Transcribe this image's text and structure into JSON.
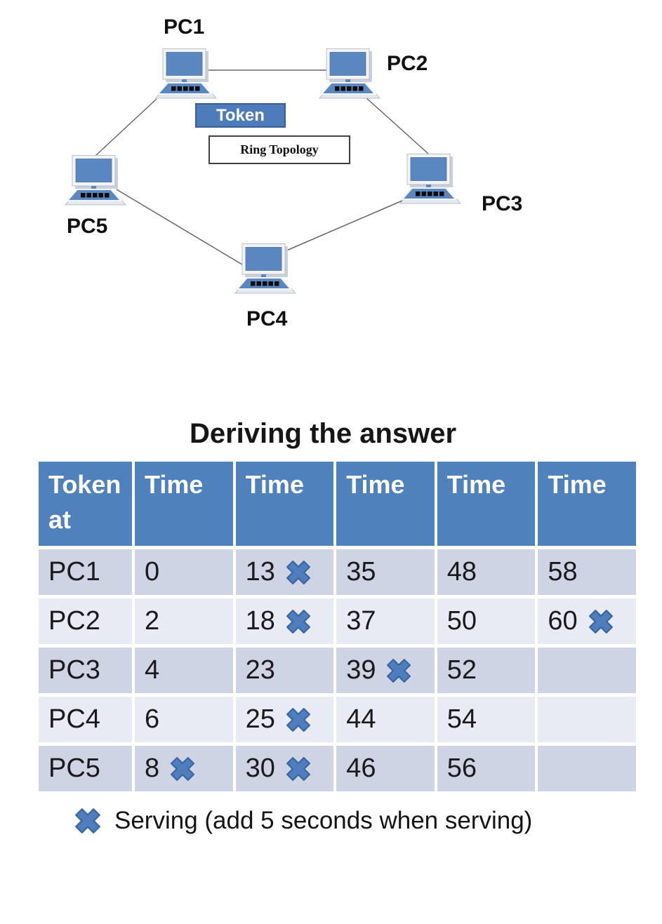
{
  "diagram": {
    "token_label": "Token",
    "caption": "Ring Topology",
    "nodes": [
      {
        "label": "PC1"
      },
      {
        "label": "PC2"
      },
      {
        "label": "PC3"
      },
      {
        "label": "PC4"
      },
      {
        "label": "PC5"
      }
    ],
    "links": [
      "PC1-PC2",
      "PC2-PC3",
      "PC3-PC4",
      "PC4-PC5",
      "PC5-PC1"
    ]
  },
  "table": {
    "title": "Deriving the answer",
    "headers": [
      "Token at",
      "Time",
      "Time",
      "Time",
      "Time",
      "Time"
    ],
    "rows": [
      {
        "label": "PC1",
        "cells": [
          {
            "v": "0",
            "x": false
          },
          {
            "v": "13",
            "x": true
          },
          {
            "v": "35",
            "x": false
          },
          {
            "v": "48",
            "x": false
          },
          {
            "v": "58",
            "x": false
          }
        ]
      },
      {
        "label": "PC2",
        "cells": [
          {
            "v": "2",
            "x": false
          },
          {
            "v": "18",
            "x": true
          },
          {
            "v": "37",
            "x": false
          },
          {
            "v": "50",
            "x": false
          },
          {
            "v": "60",
            "x": true
          }
        ]
      },
      {
        "label": "PC3",
        "cells": [
          {
            "v": "4",
            "x": false
          },
          {
            "v": "23",
            "x": false
          },
          {
            "v": "39",
            "x": true
          },
          {
            "v": "52",
            "x": false
          },
          {
            "v": "",
            "x": false
          }
        ]
      },
      {
        "label": "PC4",
        "cells": [
          {
            "v": "6",
            "x": false
          },
          {
            "v": "25",
            "x": true
          },
          {
            "v": "44",
            "x": false
          },
          {
            "v": "54",
            "x": false
          },
          {
            "v": "",
            "x": false
          }
        ]
      },
      {
        "label": "PC5",
        "cells": [
          {
            "v": "8",
            "x": true
          },
          {
            "v": "30",
            "x": true
          },
          {
            "v": "46",
            "x": false
          },
          {
            "v": "56",
            "x": false
          },
          {
            "v": "",
            "x": false
          }
        ]
      }
    ]
  },
  "legend": {
    "marker": "serving-cross",
    "text": "Serving (add 5 seconds when serving)"
  },
  "colors": {
    "header_blue": "#4F81BD",
    "row_dark": "#CFD4E5",
    "row_light": "#E9EBF4",
    "screen_blue": "#5B87C0",
    "token_blue": "#4E7CBB",
    "cross_fill": "#4E7EBE",
    "cross_stroke": "#3B67A2",
    "line_gray": "#666666"
  }
}
